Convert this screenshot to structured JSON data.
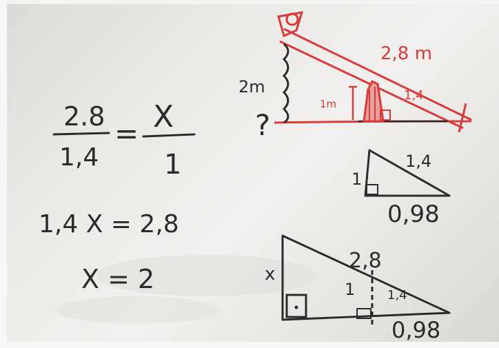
{
  "left_math": {
    "fraction_left_num": "2.8",
    "fraction_left_den": "1,4",
    "equals": "=",
    "fraction_right_num": "X",
    "fraction_right_den": "1",
    "equation_2": "1,4 X = 2,8",
    "result": "X = 2"
  },
  "red_sketch": {
    "length_top": "2,8 m",
    "segment_label": "1,4",
    "height_label": "2m",
    "unknown": "?",
    "small_height": "1m"
  },
  "small_triangle": {
    "hyp": "1,4",
    "leg_vertical": "1",
    "base": "0,98"
  },
  "big_triangle": {
    "hyp": "2,8",
    "leg_x": "x",
    "inner_leg": "1",
    "inner_hyp": "1,4",
    "base": "0,98"
  },
  "colors": {
    "board": "#eceae7",
    "black_ink": "#2b2b2b",
    "red_ink": "#d93a3a"
  }
}
